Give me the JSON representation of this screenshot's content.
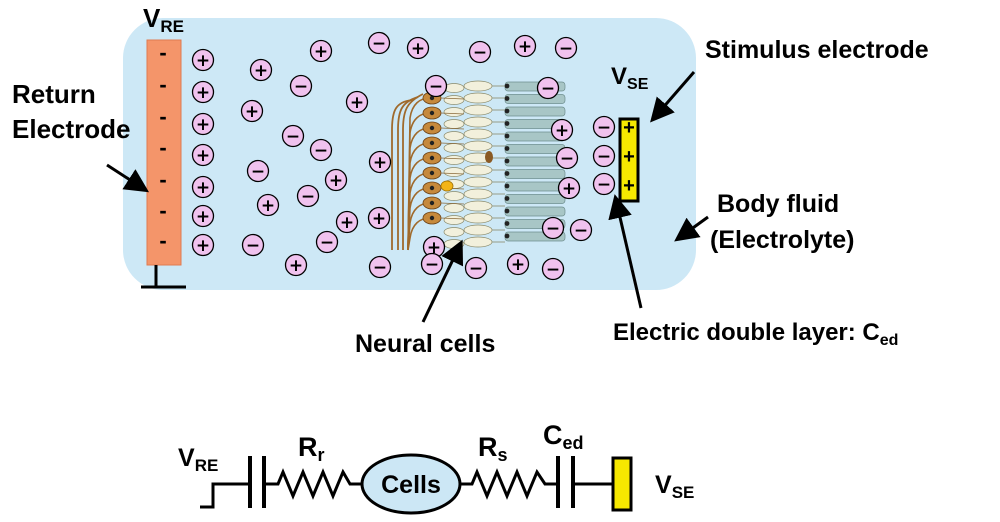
{
  "labels": {
    "v_re": {
      "main": "V",
      "sub": "RE"
    },
    "v_se": {
      "main": "V",
      "sub": "SE"
    },
    "return_electrode_line1": "Return",
    "return_electrode_line2": "Electrode",
    "stimulus_electrode": "Stimulus electrode",
    "body_fluid_line1": "Body fluid",
    "body_fluid_line2": "(Electrolyte)",
    "neural_cells": "Neural cells",
    "double_layer": {
      "main": "Electric double layer: C",
      "sub": "ed"
    }
  },
  "circuit": {
    "v_re": {
      "main": "V",
      "sub": "RE"
    },
    "r_r": {
      "main": "R",
      "sub": "r"
    },
    "cells": "Cells",
    "r_s": {
      "main": "R",
      "sub": "s"
    },
    "c_ed": {
      "main": "C",
      "sub": "ed"
    },
    "v_se": {
      "main": "V",
      "sub": "SE"
    }
  },
  "ion_signs": {
    "positive": "+",
    "negative": "−"
  },
  "electrode_signs": {
    "return": "-",
    "stimulus": "+"
  },
  "colors": {
    "fluid": "#cde8f6",
    "return_electrode": "#f4956a",
    "stimulus_electrode": "#f6e800",
    "ion_fill": "#f0c2ee",
    "cells_fill": "#cce7f5",
    "cell_soma": "#c6893c",
    "cell_body_light": "#f2f0dc",
    "cell_receptor": "#a8c6c6"
  }
}
